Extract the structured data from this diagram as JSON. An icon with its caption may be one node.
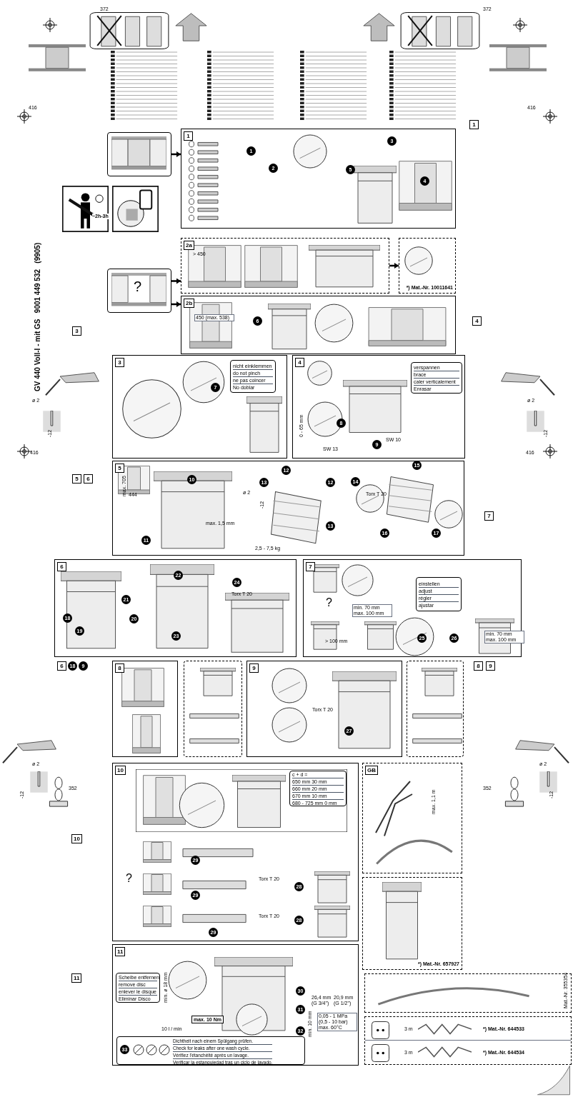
{
  "diagram": {
    "nodes": [
      {
        "text": [],
        "shape": "box"
      },
      {
        "text": [
          "?"
        ]
      },
      {
        "text": [
          "1"
        ]
      },
      {
        "text": [
          "2a"
        ]
      },
      {
        "text": [
          "*) Mat.-Nr. 10011641"
        ]
      },
      {
        "text": [
          "2b"
        ]
      },
      {
        "text": [
          "3"
        ]
      },
      {
        "text": [
          "nicht einklemmen",
          "do not pinch",
          "ne pas coincer",
          "No doblar"
        ],
        "in": 6
      },
      {
        "text": [
          "4"
        ]
      },
      {
        "text": [
          "verspannen",
          "brace",
          "caler verticalement",
          "Enrasar"
        ],
        "in": 8
      },
      {
        "text": [
          "5"
        ]
      },
      {
        "text": [
          "6"
        ]
      },
      {
        "text": [
          "7"
        ]
      },
      {
        "text": [
          "einstellen",
          "adjust",
          "régler",
          "ajustar"
        ],
        "in": 12
      },
      {
        "text": [
          "8"
        ]
      },
      {
        "text": [],
        "shape": "box"
      },
      {
        "text": [
          "9"
        ]
      },
      {
        "text": [],
        "shape": "box"
      },
      {
        "text": [
          "10"
        ]
      },
      {
        "text": [
          "c + d =",
          "650 mm 30 mm",
          "660 mm 20 mm",
          "670 mm 10 mm",
          "680 - 725 mm 0 mm"
        ],
        "in": 18
      },
      {
        "text": [
          "GB"
        ]
      },
      {
        "text": [
          "*) Mat.-Nr. 657927"
        ]
      },
      {
        "text": [
          "Mat.-Nr. 355354"
        ]
      },
      {
        "text": [
          "3 m",
          "*) Mat.-Nr. 644533",
          "3 m",
          "*) Mat.-Nr. 644534"
        ]
      },
      {
        "text": [
          "11"
        ]
      },
      {
        "text": [
          "Scheibe entfernen",
          "remove disc",
          "enlever le disque",
          "Eliminar Disco"
        ],
        "in": 24
      },
      {
        "text": [
          "Dichtheit nach einem Spülgang prüfen.",
          "Check for leaks after one wash cycle.",
          "Vérifiez l'étanchéité après un lavage.",
          "Verificar la estanquiedad tras un ciclo de lavado."
        ],
        "in": 24
      }
    ],
    "edges": [
      {
        "from": 0,
        "to": 2,
        "arrow": "to"
      },
      {
        "from": 1,
        "to": 3,
        "arrow": "to"
      },
      {
        "from": 1,
        "to": 5,
        "arrow": "to"
      },
      {
        "from": 3,
        "to": 4,
        "arrow": "to"
      }
    ],
    "labels": [
      "372",
      "372",
      "416",
      "416",
      "GV 440 Voll-I - mit GS   9001 449 532   (9905)",
      "~2h-3h",
      "1",
      "1",
      "2",
      "3",
      "5",
      "4",
      "> 450",
      "450 (max. 538)",
      "6",
      "3",
      "4",
      "7",
      "0 - 65 mm",
      "8",
      "SW 13",
      "SW 10",
      "9",
      "ø 2",
      "-12",
      "416",
      "ø 2",
      "-12",
      "416",
      "5",
      "6",
      "max. 705",
      "444",
      "10",
      "11",
      "max. 1,5 mm",
      "2,5 - 7,5 kg",
      "ø 2",
      "-12",
      "13",
      "12",
      "12",
      "13",
      "14",
      "Torx T 20",
      "15",
      "16",
      "17",
      "7",
      "22",
      "24",
      "Torx T 20",
      "21",
      "20",
      "23",
      "18",
      "19",
      "?",
      "min. 70 mm max. 100 mm",
      "> 100 mm",
      "25",
      "26",
      "min. 70 mm max. 100 mm",
      "6",
      "18",
      "9",
      "8",
      "9",
      "Torx T 20",
      "27",
      "ø 2",
      "-12",
      "352",
      "352",
      "ø 2",
      "-12",
      "10",
      "?",
      "29",
      "29",
      "Torx T 20",
      "28",
      "Torx T 20",
      "28",
      "29",
      "max. 1,1 m",
      "11",
      "min. ø 18 mm",
      "max. 10 Nm",
      "10 l / min",
      "30",
      "31",
      "32",
      "26,4 mm",
      "20,9 mm",
      "(G 3/4\")",
      "(G 1/2\")",
      "min. 10 mm",
      "0,05 - 1 MPa (0,5 - 10 bar) max. 60°C",
      "33"
    ]
  }
}
